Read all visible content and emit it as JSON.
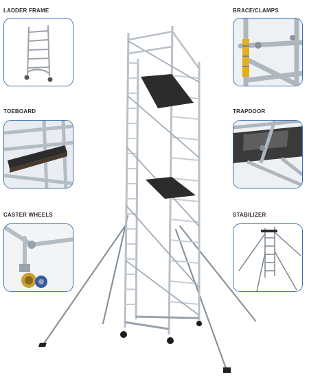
{
  "labels": {
    "ladder_frame": "LADDER FRAME",
    "brace_clamps": "BRACE/CLAMPS",
    "toeboard": "TOEBOARD",
    "trapdoor": "TRAPDOOR",
    "caster_wheels": "CASTER WHEELS",
    "stabilizer": "STABILIZER"
  },
  "colors": {
    "panel_border": "#3a6fb0",
    "aluminium": "#b9c0c7",
    "aluminium_dark": "#7d868f",
    "deck": "#2c2c2c",
    "yellow_clamp": "#e0b020",
    "caster_blue": "#2f5ea8"
  }
}
